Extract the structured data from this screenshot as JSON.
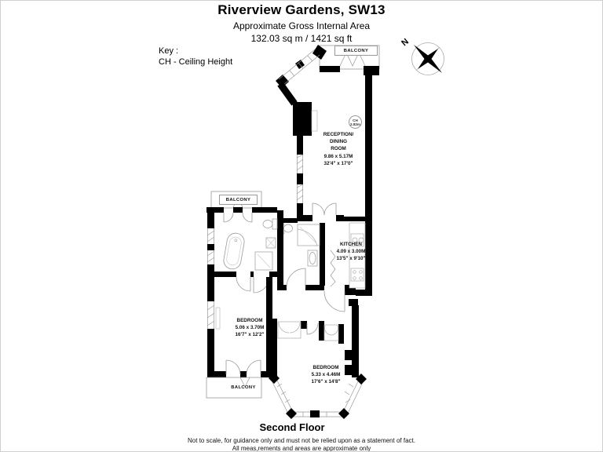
{
  "header": {
    "title": "Riverview Gardens, SW13",
    "subtitle": "Approximate Gross Internal Area",
    "area": "132.03 sq m / 1421 sq ft"
  },
  "key": {
    "label": "Key :",
    "entry": "CH - Ceiling Height"
  },
  "compass": {
    "north_label": "N"
  },
  "rooms": {
    "reception": {
      "lines": [
        "RECEPTION/",
        "DINING",
        "ROOM",
        "9.86 x 5.17M",
        "32'4\" x 17'0\""
      ],
      "ceiling_lines": [
        "CH",
        "2.82m"
      ]
    },
    "kitchen": {
      "lines": [
        "KITCHEN",
        "4.09 x 3.00M",
        "13'5\" x 9'10\""
      ]
    },
    "bedroom_left": {
      "lines": [
        "BEDROOM",
        "5.06 x 3.70M",
        "16'7\" x 12'2\""
      ]
    },
    "bedroom_bottom": {
      "lines": [
        "BEDROOM",
        "5.33 x 4.46M",
        "17'6\" x 14'8\""
      ]
    }
  },
  "balconies": {
    "top": "BALCONY",
    "middle": "BALCONY",
    "bottom": "BALCONY"
  },
  "footer": {
    "floor_label": "Second Floor",
    "disclaimer_line1": "Not to scale, for guidance only and must not be relied upon as a statement of fact.",
    "disclaimer_line2": "All meas,rements and areas are approximate only"
  },
  "colors": {
    "wall": "#000000",
    "thin_line": "#999999",
    "text": "#000000"
  }
}
